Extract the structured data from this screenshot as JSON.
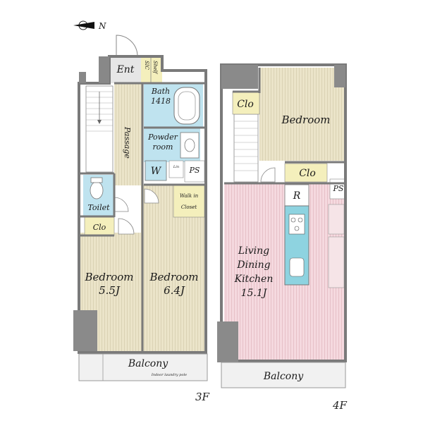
{
  "compass": {
    "label": "N"
  },
  "floor3": {
    "floor_label": "3F",
    "rooms": {
      "entrance": "Ent",
      "shelf": "Shelf",
      "sic": "SIC",
      "bath": "Bath",
      "bath_size": "1418",
      "passage": "Passage",
      "powder_room_1": "Powder",
      "powder_room_2": "room",
      "washer": "W",
      "lin": "Lin",
      "ps": "PS",
      "toilet": "Toilet",
      "walk_in_1": "Walk in",
      "walk_in_2": "Closet",
      "closet": "Clo",
      "bedroom_a": "Bedroom",
      "bedroom_a_size": "5.5J",
      "bedroom_b": "Bedroom",
      "bedroom_b_size": "6.4J",
      "balcony": "Balcony",
      "laundry_pole": "Indoor laundry pole"
    }
  },
  "floor4": {
    "floor_label": "4F",
    "rooms": {
      "closet_a": "Clo",
      "bedroom": "Bedroom",
      "closet_b": "Clo",
      "ps": "PS",
      "fridge": "R",
      "ldk_1": "Living",
      "ldk_2": "Dining",
      "ldk_3": "Kitchen",
      "ldk_size": "15.1J",
      "balcony": "Balcony"
    }
  },
  "colors": {
    "wood_floor": "#e9e2c6",
    "wet_area": "#bfe3ef",
    "closet": "#f4efbc",
    "ldk_floor": "#f4d8de",
    "counter": "#8ed3e0",
    "wall": "#7a7a7a",
    "balcony": "#f1f1f1"
  }
}
